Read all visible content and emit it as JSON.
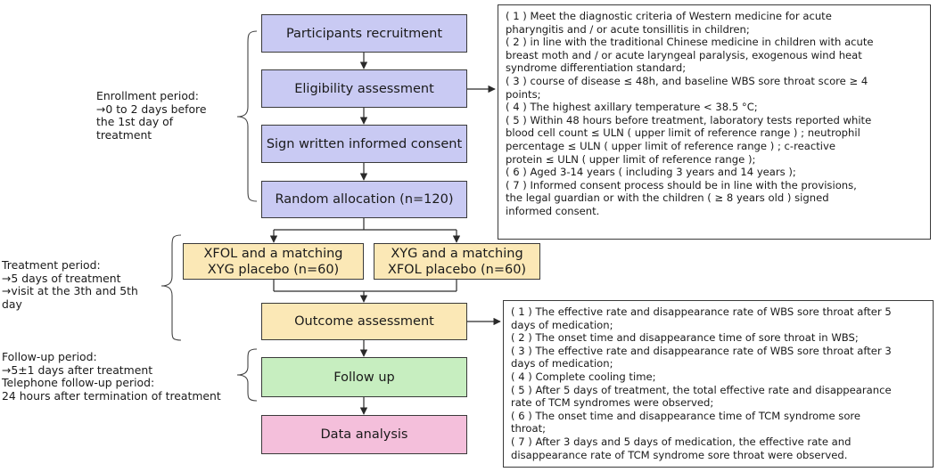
{
  "flow": {
    "participants": "Participants recruitment",
    "eligibility": "Eligibility assessment",
    "consent": "Sign written informed consent",
    "random": "Random allocation (n=120)",
    "arm_a": [
      "XFOL and a matching",
      "XYG placebo (n=60)"
    ],
    "arm_b": [
      "XYG and a matching",
      "XFOL placebo (n=60)"
    ],
    "outcome": "Outcome assessment",
    "followup": "Follow up",
    "analysis": "Data analysis"
  },
  "periods": {
    "enrollment": [
      "Enrollment period:",
      "→0 to 2 days before",
      "the 1st day of",
      "treatment"
    ],
    "treatment": [
      "Treatment period:",
      "→5 days of treatment",
      "→visit at the 3th and 5th",
      "day"
    ],
    "followup": [
      "Follow-up period:",
      "→5±1 days after treatment",
      "Telephone follow-up period:",
      "24 hours after termination of treatment"
    ]
  },
  "inclusion_criteria": [
    "( 1 ) Meet the diagnostic criteria of Western medicine for acute",
    "pharyngitis and / or acute tonsillitis in children;",
    "( 2 ) in line with the traditional Chinese medicine in children with acute",
    "breast moth and / or acute laryngeal paralysis, exogenous wind heat",
    "syndrome differentiation standard;",
    "( 3 ) course of disease ≤ 48h, and baseline WBS sore throat score ≥ 4",
    "points;",
    "( 4 ) The highest axillary temperature < 38.5 °C;",
    "( 5 ) Within 48 hours before treatment, laboratory tests reported white",
    "blood cell count ≤ ULN ( upper limit of reference range ) ; neutrophil",
    "percentage ≤ ULN ( upper limit of reference range ) ; c-reactive",
    "protein ≤ ULN ( upper limit of reference range );",
    "( 6 ) Aged 3-14 years ( including 3 years and 14 years );",
    "( 7 ) Informed consent process should be in line with the provisions,",
    "the legal guardian or with the children ( ≥ 8 years old ) signed",
    "informed consent."
  ],
  "outcome_measures": [
    "( 1 ) The effective rate and disappearance rate of WBS sore throat after 5",
    "days of medication;",
    "( 2 ) The onset time and disappearance time of sore throat in WBS;",
    "( 3 ) The effective rate and disappearance rate of WBS sore throat after 3",
    "days of medication;",
    "( 4 ) Complete cooling time;",
    "( 5 ) After 5 days of treatment, the total effective rate and disappearance",
    "rate of TCM syndromes were observed;",
    "( 6 ) The onset time and disappearance time of TCM syndrome sore",
    "throat;",
    "( 7 ) After 3 days and 5 days of medication, the effective rate and",
    "disappearance rate of TCM syndrome sore throat were observed."
  ]
}
